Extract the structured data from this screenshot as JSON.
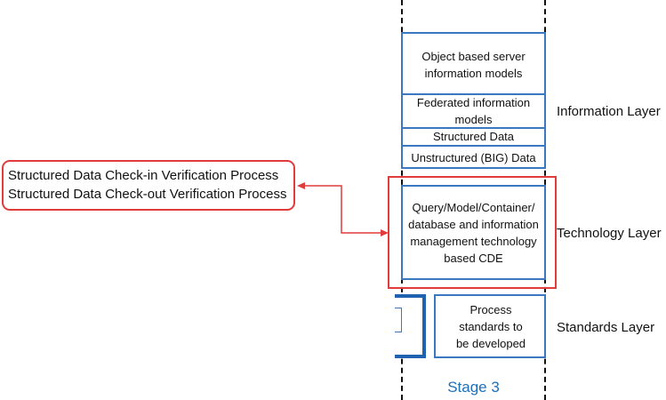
{
  "info_layer": {
    "boxes": [
      "Object based server information models",
      "Federated information models",
      "Structured Data",
      "Unstructured (BIG) Data"
    ],
    "label": "Information Layer"
  },
  "tech_layer": {
    "box": "Query/Model/Container/ database and information management technology based CDE",
    "label": "Technology Layer"
  },
  "standards_layer": {
    "box": "Process standards to be developed",
    "label": "Standards Layer"
  },
  "callout": {
    "line1": "Structured Data Check-in Verification Process",
    "line2": "Structured Data Check-out Verification Process"
  },
  "stage": "Stage 3",
  "colors": {
    "box_border": "#3a78c2",
    "highlight": "#e03c3c",
    "stage_text": "#1f6fb8"
  }
}
